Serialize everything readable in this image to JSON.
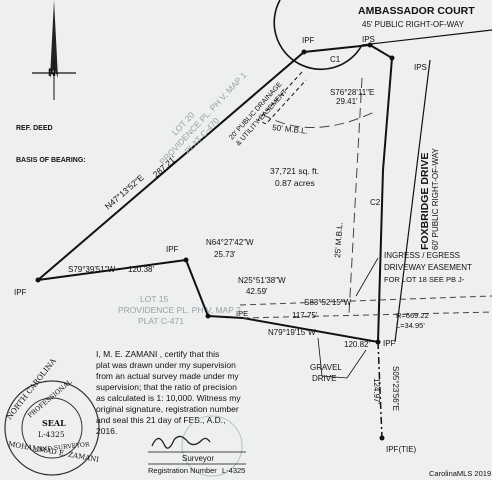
{
  "roads": {
    "ambassador_name": "AMBASSADOR COURT",
    "ambassador_row": "45' PUBLIC RIGHT-OF-WAY",
    "foxbridge_name": "FOXBRIDGE DRIVE",
    "foxbridge_row": "60' PUBLIC RIGHT-OF-WAY"
  },
  "notes": {
    "ref_deed": "REF. DEED",
    "basis_of_bearing": "BASIS OF BEARING:",
    "north_letter": "N"
  },
  "lots": {
    "lot20": [
      "LOT 20",
      "PROVIDENCE PL. PH V, MAP 1",
      "PLAT C-470"
    ],
    "lot15": [
      "LOT 15",
      "PROVIDENCE PL. PH V, MAP 2",
      "PLAT C-471"
    ]
  },
  "easement": [
    "20' PUBLIC DRAINAGE",
    "& UTILITY EASEMENT"
  ],
  "parcel": {
    "area_sqft": "37,721 sq. ft.",
    "area_acres": "0.87 acres"
  },
  "setbacks": {
    "mbl50": "50' M.B.L.",
    "mbl25": "25' M.B.L."
  },
  "curves": {
    "c1": "C1",
    "c2": "C2",
    "r": "R=669.22",
    "l": "L=34.95'"
  },
  "pins": {
    "ipf": "IPF",
    "ips": "IPS",
    "ipe": "IPE",
    "ipf_tie": "IPF(TIE)"
  },
  "bearings": {
    "n47": "N47°13'52\"E",
    "dist287": "287.21'",
    "s76": "S76°28'11\"E",
    "dist2941": "29.41'",
    "s79": "S79°39'51\"W",
    "dist12038": "120.38'",
    "n64": "N64°27'42\"W",
    "dist2573": "25.73'",
    "n25": "N25°51'38\"W",
    "dist4259": "42.59'",
    "s83": "S83°52'15\"W",
    "dist11775": "117.75'",
    "n79": "N79°19'15\"W",
    "dist12082": "120.82'",
    "s05": "S05°23'56\"E",
    "dist12497": "124.97'"
  },
  "ingress": [
    "INGRESS / EGRESS",
    "DRIVEWAY EASEMENT",
    "FOR LOT 18  SEE PB J-"
  ],
  "gravel": [
    "GRAVEL",
    "DRIVE"
  ],
  "certification": [
    "I,    M. E. ZAMANI    , certify that this",
    "plat was drawn under my supervision",
    "from an actual survey made under my",
    "supervision; that the ratio of precision",
    "as calculated is 1: 10,000. Witness my",
    "original signature, registration number",
    "and seal this 21 day of  FEB., A.D.,",
    "2016."
  ],
  "seal": {
    "ring_top": "NORTH CAROLINA",
    "ring_left": "PROFESSIONAL",
    "seal_word": "SEAL",
    "seal_no": "L-4325",
    "ring_bottom": "LAND SURVEYOR",
    "name": "MOHAMMAD E. ZAMANI"
  },
  "surveyor": {
    "role": "Surveyor",
    "reg_label": "Registration Number",
    "reg_no": "L-4325"
  },
  "watermark": "CarolinaMLS 2019",
  "colors": {
    "ink": "#111111",
    "paper": "#eef0f0",
    "faint": "#9aa0a6"
  }
}
